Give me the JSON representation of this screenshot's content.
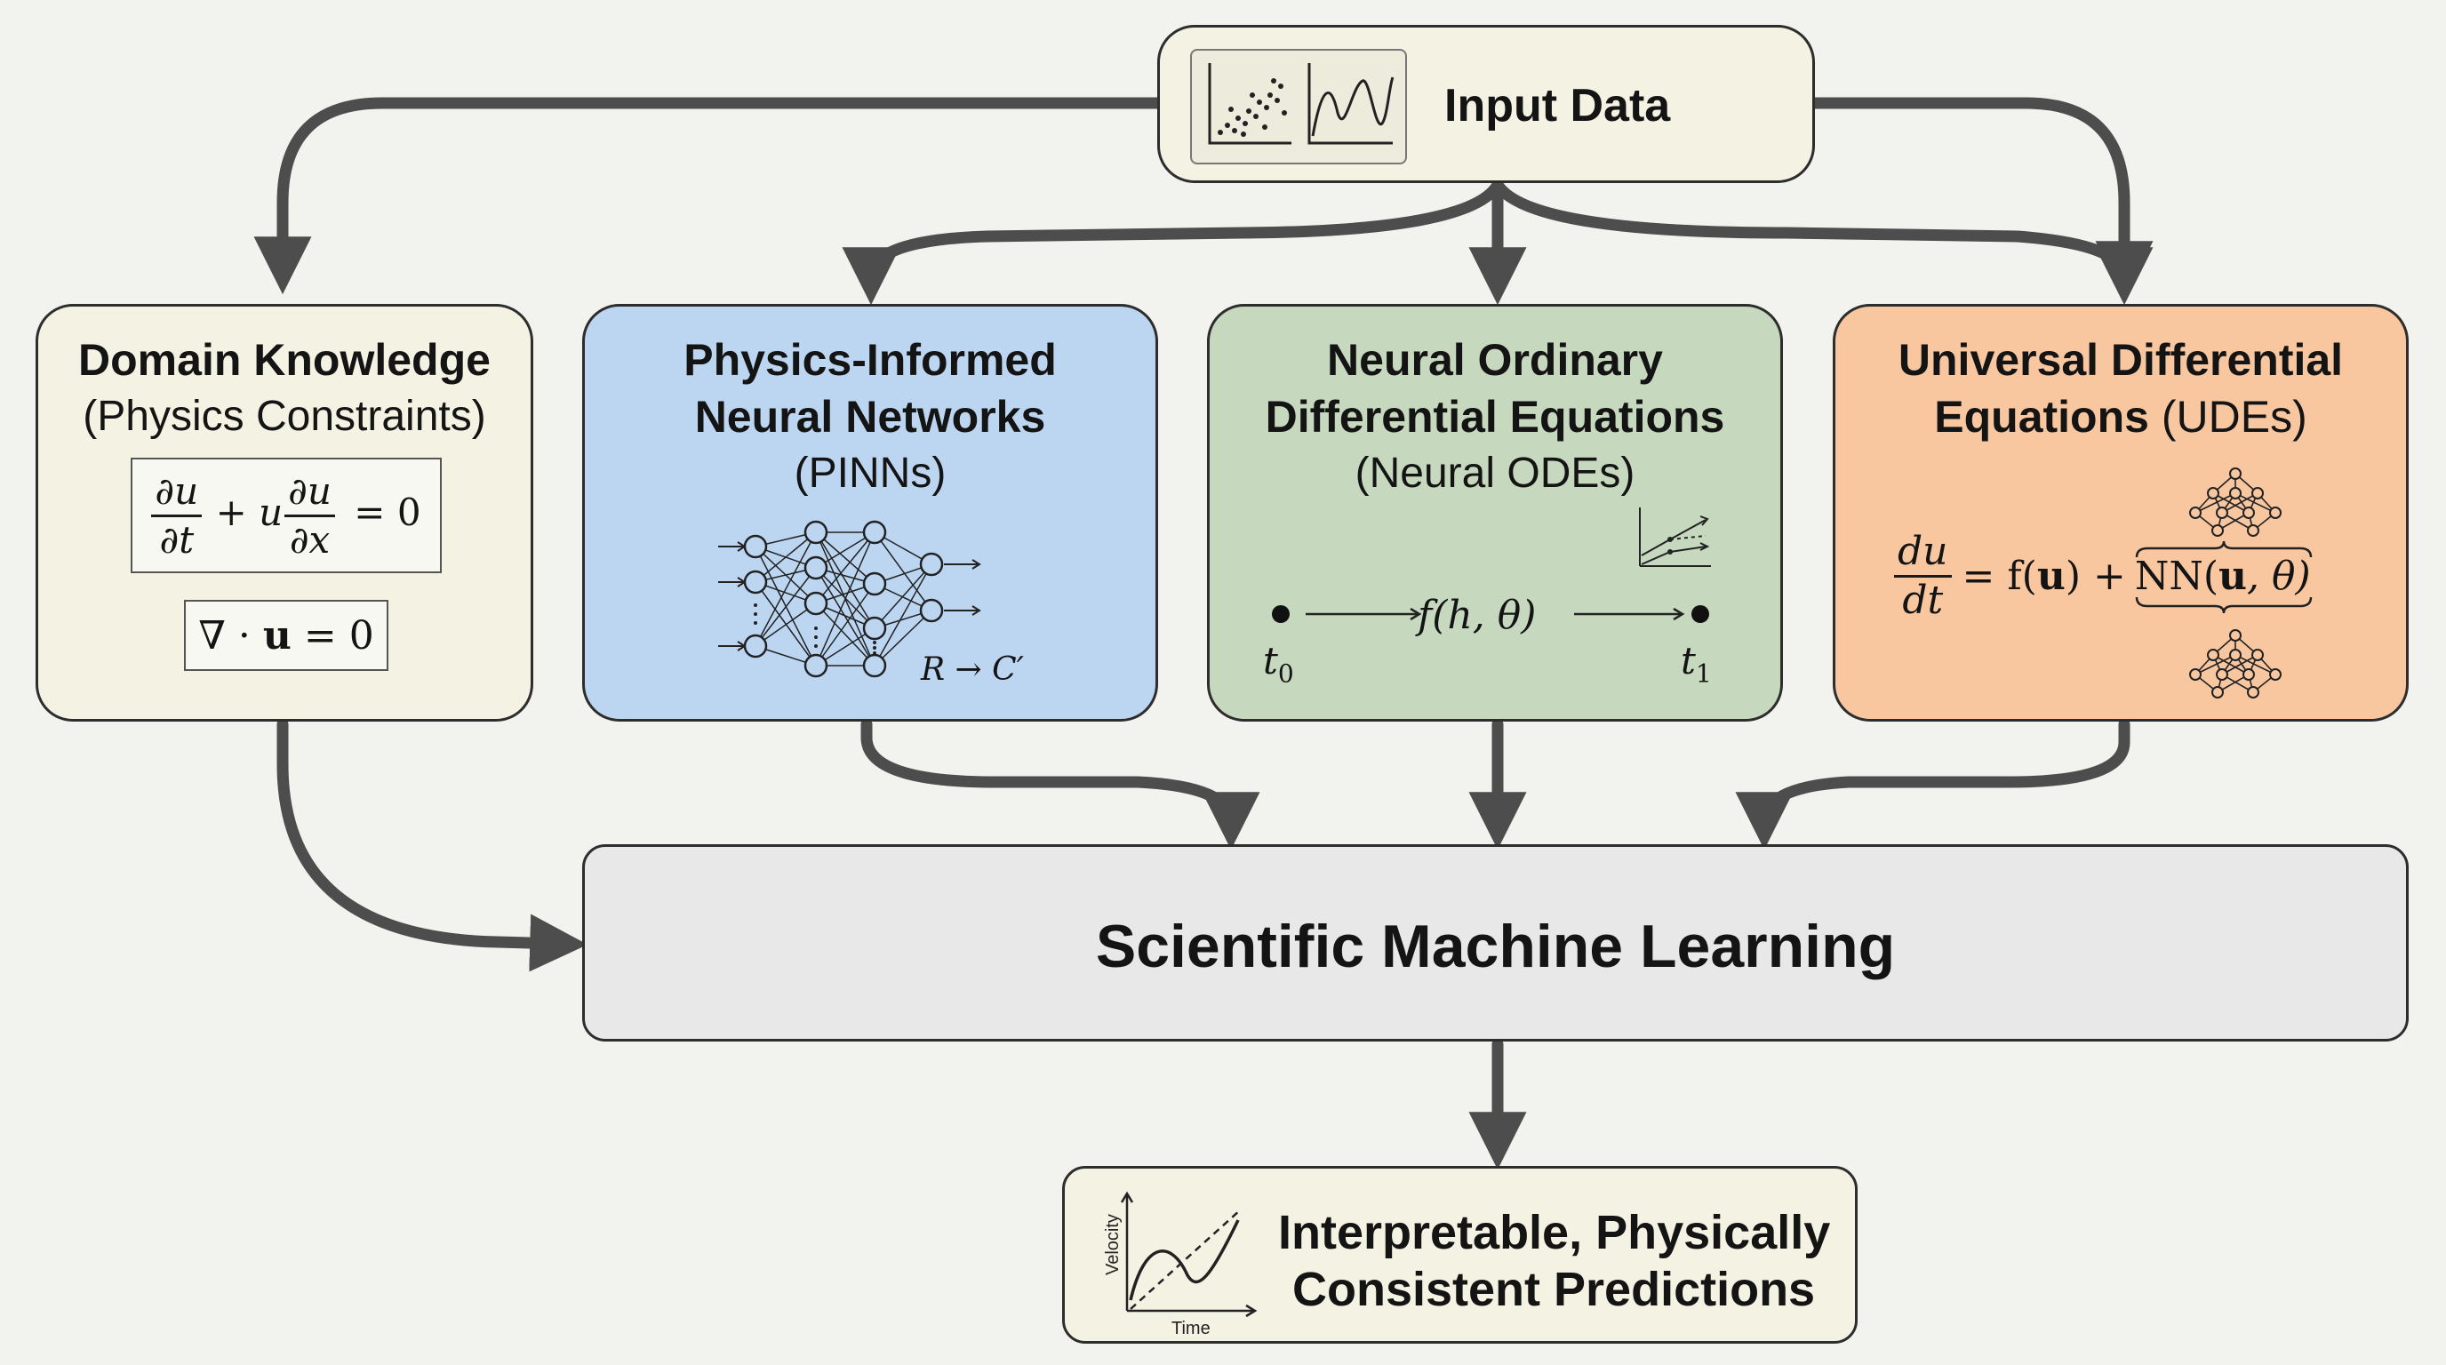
{
  "input_data": {
    "label": "Input Data",
    "icons": [
      "scatter-plot-icon",
      "line-plot-icon"
    ]
  },
  "domain_knowledge": {
    "title": "Domain Knowledge",
    "subtitle": "(Physics Constraints)",
    "eq1": {
      "d1_num": "∂u",
      "d1_den": "∂t",
      "mid": "+ u",
      "d2_num": "∂u",
      "d2_den": "∂x",
      "rhs": "= 0"
    },
    "eq2": {
      "nabla": "∇ ·",
      "u": "u",
      "rhs": "= 0"
    }
  },
  "pinns": {
    "title_line1": "Physics-Informed",
    "title_line2": "Neural Networks",
    "subtitle": "(PINNs)",
    "mapping": "R → C′"
  },
  "neural_odes": {
    "title_line1": "Neural Ordinary",
    "title_line2": "Differential Equations",
    "subtitle": "(Neural ODEs)",
    "func": "f(h, θ)",
    "t0": "t",
    "t0_sub": "0",
    "t1": "t",
    "t1_sub": "1"
  },
  "udes": {
    "title_line1": "Universal Differential",
    "title_line2_bold": "Equations",
    "title_line2_light": "(UDEs)",
    "eq": {
      "num": "du",
      "den": "dt",
      "rhs1": "= f(",
      "u1": "u",
      "rhs2": ") +",
      "nn": "NN(",
      "u2": "u",
      "nn_end": ", θ)"
    }
  },
  "sciml": {
    "label": "Scientific Machine Learning"
  },
  "output": {
    "line1": "Interpretable, Physically",
    "line2": "Consistent Predictions",
    "ylabel": "Velocity",
    "xlabel": "Time"
  },
  "colors": {
    "cream": "#f3f2e3",
    "blue": "#bcd6f2",
    "green": "#c6d9bf",
    "orange": "#f8c7a0",
    "gray": "#e8e8e8",
    "arrow": "#4d4d4d"
  }
}
